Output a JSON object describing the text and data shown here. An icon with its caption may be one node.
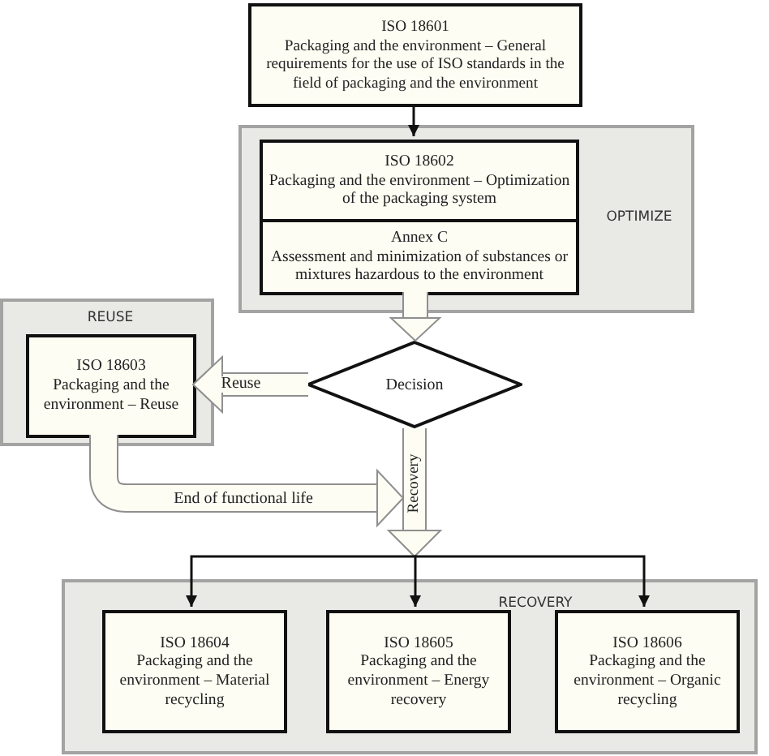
{
  "diagram": {
    "nodes": [
      {
        "text": [
          "ISO 18601",
          "Packaging and the environment – General requirements for the use of ISO standards in the field of packaging and the environment"
        ]
      },
      {
        "text": [
          "OPTIMIZE"
        ]
      },
      {
        "text": [
          "ISO 18602",
          "Packaging and the environment – Optimization of the packaging system"
        ],
        "in": 1
      },
      {
        "text": [
          "Annex C",
          "Assessment and minimization of substances or mixtures hazardous to the environment"
        ],
        "in": 1
      },
      {
        "text": [
          "REUSE"
        ]
      },
      {
        "text": [
          "ISO 18603",
          "Packaging and the environment – Reuse"
        ],
        "in": 4
      },
      {
        "text": [
          "Decision"
        ]
      },
      {
        "text": [
          "RECOVERY"
        ]
      },
      {
        "text": [
          "ISO 18604",
          "Packaging and the environment – Material recycling"
        ],
        "in": 7
      },
      {
        "text": [
          "ISO 18605",
          "Packaging and the environment – Energy recovery"
        ],
        "in": 7
      },
      {
        "text": [
          "ISO 18606",
          "Packaging and the environment – Organic recycling"
        ],
        "in": 7
      }
    ],
    "edges": [
      {
        "from": 0,
        "to": 2,
        "arrow": "to"
      },
      {
        "from": 3,
        "to": 6,
        "arrow": "to",
        "style": "thick",
        "color": "#8f8f8f"
      },
      {
        "from": 6,
        "to": 5,
        "arrow": "to",
        "style": "thick",
        "color": "#8f8f8f",
        "label": "Reuse"
      },
      {
        "from": 6,
        "to": null,
        "arrow": "to",
        "style": "thick",
        "color": "#8f8f8f",
        "label": "Recovery"
      },
      {
        "from": null,
        "to": 8,
        "arrow": "to"
      },
      {
        "from": null,
        "to": 9,
        "arrow": "to"
      },
      {
        "from": null,
        "to": 10,
        "arrow": "to"
      },
      {
        "from": 5,
        "to": null,
        "arrow": "to",
        "style": "thick",
        "color": "#8f8f8f",
        "label": "End of functional life"
      }
    ]
  }
}
